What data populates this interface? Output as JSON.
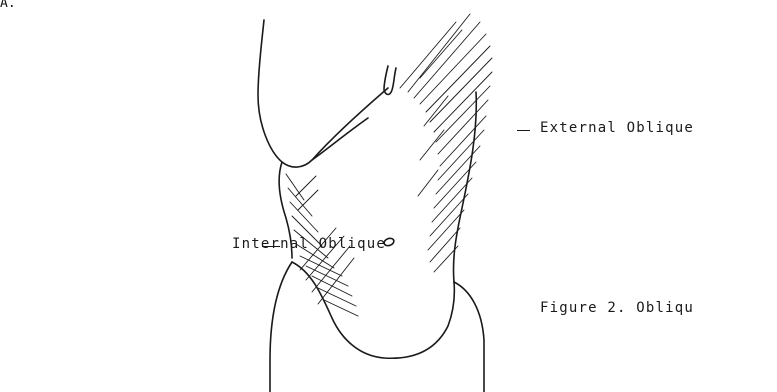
{
  "figure": {
    "panel_letter": "A.",
    "labels": {
      "external": "External Oblique",
      "internal": "Internal Oblique"
    },
    "caption": "Figure 2. Obliqu",
    "ink_color": "#1a1a1a",
    "background_color": "#ffffff"
  }
}
